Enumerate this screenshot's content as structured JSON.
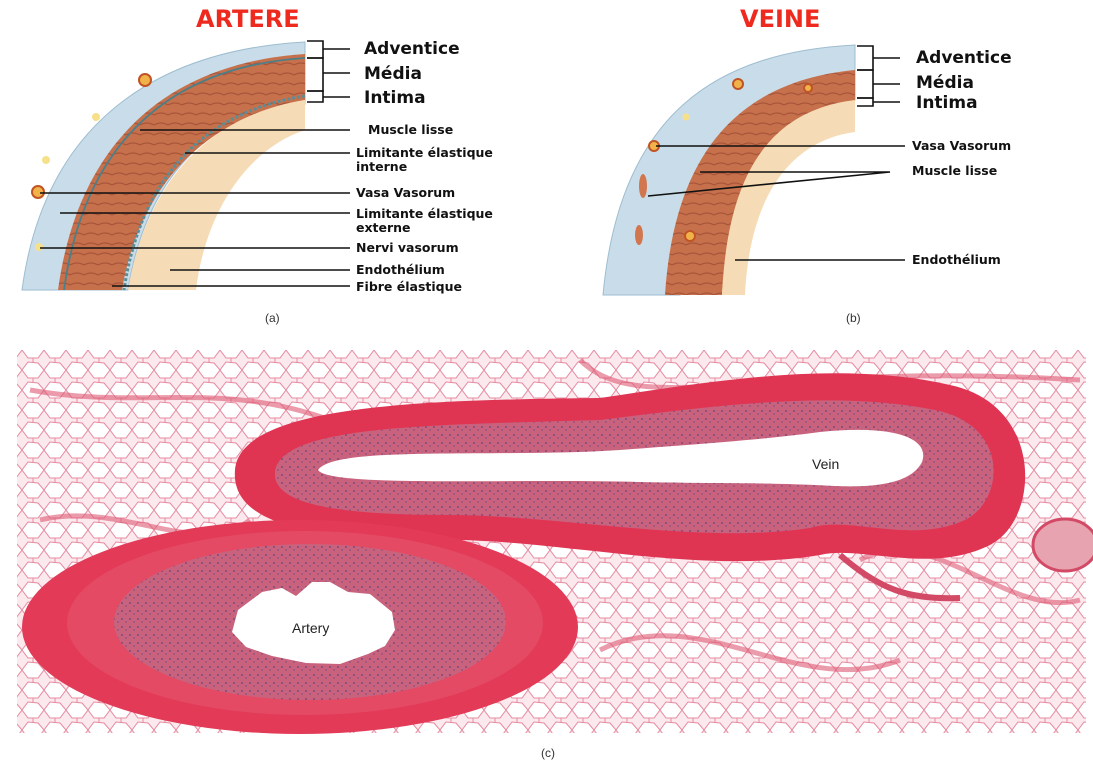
{
  "colors": {
    "title_red": "#ee2a1f",
    "adventitia": "#c8dde9",
    "media": "#c6714c",
    "intima": "#f6dcb6",
    "elastic": "#5d8d94",
    "tissue_pink": "#d9304e",
    "lumen": "#ffffff"
  },
  "artery": {
    "title": "ARTERE",
    "layers": [
      "Adventice",
      "Média",
      "Intima"
    ],
    "labels": [
      "Muscle lisse",
      "Limitante élastique",
      "interne",
      "Vasa Vasorum",
      "Limitante élastique",
      "externe",
      "Nervi vasorum",
      "Endothélium",
      "Fibre élastique"
    ],
    "panel": "(a)"
  },
  "vein": {
    "title": "VEINE",
    "layers": [
      "Adventice",
      "Média",
      "Intima"
    ],
    "labels": [
      "Vasa Vasorum",
      "Muscle lisse",
      "Endothélium"
    ],
    "panel": "(b)"
  },
  "micrograph": {
    "vein_label": "Vein",
    "artery_label": "Artery",
    "panel": "(c)"
  }
}
